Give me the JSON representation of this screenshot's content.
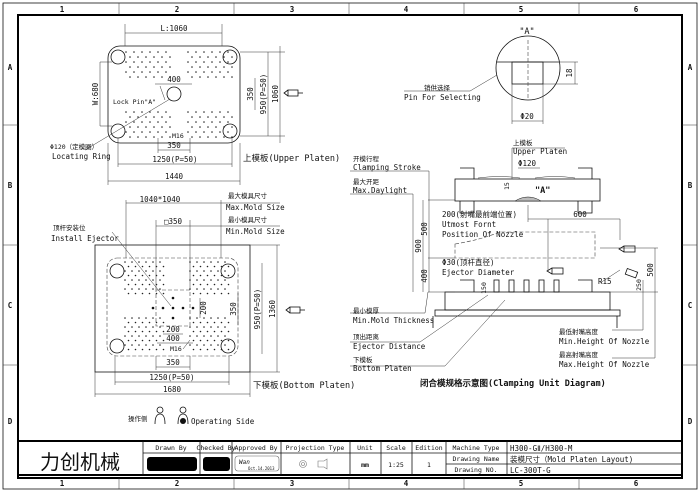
{
  "frame": {
    "columns": [
      "1",
      "2",
      "3",
      "4",
      "5",
      "6"
    ],
    "rows": [
      "A",
      "B",
      "C",
      "D"
    ]
  },
  "upper_platen": {
    "label": "上模板(Upper Platen)",
    "dim_L": "L:1060",
    "dim_W": "W:680",
    "dim_400": "400",
    "dim_350_h": "350",
    "dim_350_v": "350",
    "dim_1250": "1250(P=50)",
    "dim_950": "950(P=50)",
    "dim_1060": "1060",
    "dim_1440": "1440",
    "lock_pin": "Lock Pin\"A\"",
    "m16": "M16",
    "locating_ring_cn": "Φ120（定模圈）",
    "locating_ring_en": "Locating Ring"
  },
  "bottom_platen": {
    "label": "下模板(Bottom Platen)",
    "dim_1040": "1040*1040",
    "dim_sq350": "□350",
    "max_mold_cn": "最大模具尺寸",
    "max_mold_en": "Max.Mold Size",
    "min_mold_cn": "最小模具尺寸",
    "min_mold_en": "Min.Mold Size",
    "install_ejector_cn": "顶杆安装位",
    "install_ejector_en": "Install Ejector",
    "dim_200_v": "200",
    "dim_200_h": "200",
    "dim_400": "400",
    "dim_350_v": "350",
    "dim_350_h": "350",
    "dim_950": "950(P=50)",
    "dim_1360": "1360",
    "dim_1250": "1250(P=50)",
    "dim_1680": "1680",
    "m16": "M16",
    "operating_side_cn": "操作侧",
    "operating_side_en": "Operating Side"
  },
  "detail_a": {
    "title": "\"A\"",
    "pin_cn": "销供选择",
    "pin_en": "Pin For Selecting",
    "dim_18": "18",
    "dim_d20": "Φ20"
  },
  "clamping": {
    "title": "闭合模规格示意图(Clamping Unit Diagram)",
    "upper_cn": "上模板",
    "upper_en": "Upper Platen",
    "d120": "Φ120",
    "dim_15": "15",
    "a_mark": "\"A\"",
    "stroke_cn": "开模行程",
    "stroke_en": "Clamping Stroke",
    "daylight_cn": "最大开距",
    "daylight_en": "Max.Daylight",
    "nozzle_front_cn": "200(射嘴最前端位置)",
    "nozzle_front_en1": "Utmost Fornt",
    "nozzle_front_en2": "Position Of Nozzle",
    "dim_600": "600",
    "dim_500": "500",
    "dim_900": "900",
    "dim_400": "400",
    "ejector_d_cn": "Φ30(顶杆直径)",
    "ejector_d_en": "Ejector Diameter",
    "dim_150": "150",
    "r15": "R15",
    "dim_250": "250",
    "dim_500_r": "500",
    "min_mold_cn": "最小模厚",
    "min_mold_en": "Min.Mold Thickness",
    "ejector_dist_cn": "顶出距离",
    "ejector_dist_en": "Ejector Distance",
    "bottom_cn": "下模板",
    "bottom_en": "Bottom Platen",
    "min_nozzle_cn": "最低射嘴高度",
    "min_nozzle_en": "Min.Height Of Nozzle",
    "max_nozzle_cn": "最高射嘴高度",
    "max_nozzle_en": "Max.Height Of Nozzle"
  },
  "title_block": {
    "company": "力创机械",
    "drawn_by": "Drawn By",
    "checked_by": "Checked By",
    "approved_by": "Approved By",
    "approved_sig": "Wan",
    "approved_date": "Oct.14.2013",
    "projection_type": "Projection Type",
    "unit": "Unit",
    "unit_value": "mm",
    "scale": "Scale",
    "scale_value": "1:25",
    "edition": "Edition",
    "edition_value": "1",
    "machine_type_label": "Machine Type",
    "machine_type": "H300-GⅡ/H300-M",
    "drawing_name_label": "Drawing Name",
    "drawing_name": "装模尺寸（Mold Platen Layout)",
    "drawing_no_label": "Drawing NO.",
    "drawing_no": "LC-300T-G"
  }
}
